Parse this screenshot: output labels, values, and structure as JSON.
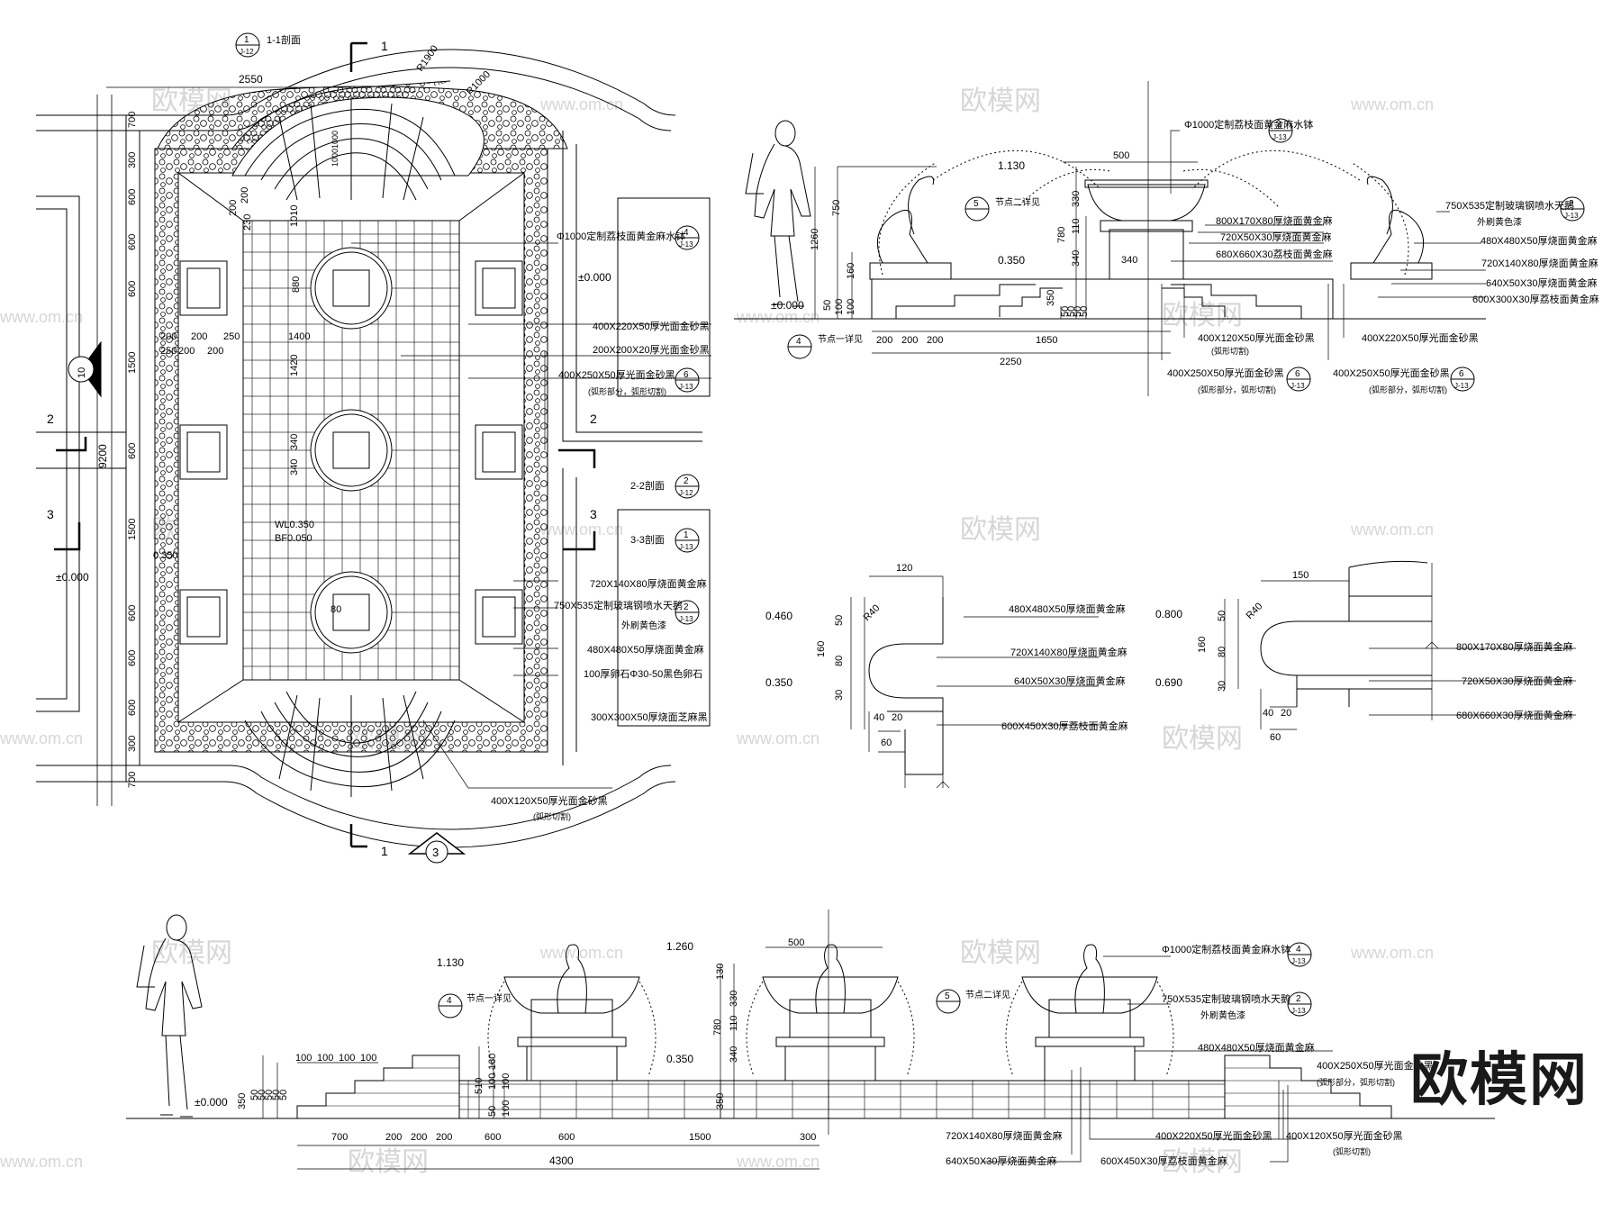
{
  "watermark": {
    "text_url": "www.om.cn",
    "text_cn": "欧模网",
    "color": "#d6d6d6"
  },
  "logo": "欧模网",
  "plan": {
    "top_dims": [
      "2550",
      "R1900",
      "R1000"
    ],
    "left_dims": [
      "700",
      "300",
      "600",
      "600",
      "600",
      "1500",
      "600",
      "1500",
      "600",
      "600",
      "600",
      "300",
      "700"
    ],
    "overall_height": "9200",
    "inner_dims": [
      "1010",
      "200",
      "200",
      "230",
      "880",
      "1400",
      "1420",
      "340",
      "340",
      "200",
      "200",
      "250",
      "200",
      "200",
      "80",
      "250",
      "10001000"
    ],
    "section_marks": [
      "1",
      "2",
      "3"
    ],
    "section_1_label": "1-1剖面",
    "section_2_label": "2-2剖面",
    "section_3_label": "3-3剖面",
    "section_ref_1": {
      "num": "1",
      "sheet": "J-12"
    },
    "section_ref_2": {
      "num": "2",
      "sheet": "J-12"
    },
    "section_ref_3": {
      "num": "1",
      "sheet": "J-13"
    },
    "levels": [
      "±0.000",
      "±0.000",
      "WL0.350",
      "BF0.050",
      "0.350"
    ],
    "callouts": [
      "Φ1000定制荔枝面黄金麻水钵",
      "400X220X50厚光面金砂黑",
      "200X200X20厚光面金砂黑",
      "400X250X50厚光面金砂黑",
      "(弧形部分，弧形切割)",
      "720X140X80厚烧面黄金麻",
      "750X535定制玻璃钢喷水天鹅",
      "外刷黄色漆",
      "480X480X50厚烧面黄金麻",
      "100厚卵石Φ30-50黑色卵石",
      "300X300X50厚烧面芝麻黑",
      "400X120X50厚光面金砂黑",
      "(弧形切割)"
    ],
    "callout_refs": [
      "4",
      "J-13",
      "6",
      "J-13",
      "2",
      "J-13"
    ],
    "north_mark": "3",
    "side_mark": "10"
  },
  "section_a": {
    "levels": [
      "1.130",
      "0.350",
      "±0.000"
    ],
    "dims_v": [
      "1260",
      "750",
      "160",
      "100",
      "100",
      "50",
      "330",
      "780",
      "110",
      "340",
      "350",
      "50",
      "50",
      "50",
      "50"
    ],
    "dims_h": [
      "500",
      "340",
      "200",
      "200",
      "200",
      "1650",
      "2250"
    ],
    "node_labels": [
      "节点二详见",
      "节点一详见"
    ],
    "node_nums": [
      "5",
      "4"
    ],
    "callouts": [
      "Φ1000定制荔枝面黄金麻水钵",
      "750X535定制玻璃钢喷水天鹅",
      "外刷黄色漆",
      "800X170X80厚烧面黄金麻",
      "720X50X30厚烧面黄金麻",
      "680X660X30荔枝面黄金麻",
      "480X480X50厚烧面黄金麻",
      "720X140X80厚烧面黄金麻",
      "640X50X30厚烧面黄金麻",
      "600X300X30厚荔枝面黄金麻",
      "400X120X50厚光面金砂黑",
      "(弧形切割)",
      "400X220X50厚光面金砂黑",
      "400X250X50厚光面金砂黑",
      "(弧形部分，弧形切割)",
      "400X250X50厚光面金砂黑",
      "(弧形部分，弧形切割)"
    ],
    "refs": [
      "4",
      "J-13",
      "2",
      "J-13",
      "6",
      "J-13",
      "6",
      "J-13"
    ]
  },
  "detail_1": {
    "dims": [
      "120",
      "R40",
      "50",
      "160",
      "80",
      "30",
      "40",
      "20",
      "60"
    ],
    "levels": [
      "0.460",
      "0.350"
    ],
    "callouts": [
      "480X480X50厚烧面黄金麻",
      "720X140X80厚烧面黄金麻",
      "640X50X30厚烧面黄金麻",
      "600X450X30厚荔枝面黄金麻"
    ]
  },
  "detail_2": {
    "dims": [
      "150",
      "R40",
      "50",
      "160",
      "80",
      "30",
      "40",
      "20",
      "60"
    ],
    "levels": [
      "0.800",
      "0.690"
    ],
    "callouts": [
      "800X170X80厚烧面黄金麻",
      "720X50X30厚烧面黄金麻",
      "680X660X30厚烧面黄金麻"
    ]
  },
  "section_b": {
    "levels": [
      "1.130",
      "1.260",
      "0.350",
      "±0.000"
    ],
    "dims_top": [
      "500"
    ],
    "dims_v": [
      "130",
      "330",
      "780",
      "110",
      "340",
      "350",
      "160",
      "510",
      "100",
      "100",
      "50",
      "100",
      "350",
      "50",
      "50",
      "50",
      "50",
      "50"
    ],
    "dims_steps": [
      "100",
      "100",
      "100",
      "100"
    ],
    "dims_h": [
      "700",
      "200",
      "200",
      "200",
      "600",
      "600",
      "1500",
      "300"
    ],
    "overall": "4300",
    "node_labels": [
      "节点一详见",
      "节点二详见"
    ],
    "node_nums": [
      "4",
      "5"
    ],
    "callouts": [
      "Φ1000定制荔枝面黄金麻水钵",
      "750X535定制玻璃钢喷水天鹅",
      "外刷黄色漆",
      "480X480X50厚烧面黄金麻",
      "400X250X50厚光面金砂黑",
      "(弧形部分，弧形切割)",
      "720X140X80厚烧面黄金麻",
      "640X50X30厚烧面黄金麻",
      "400X220X50厚光面金砂黑",
      "600X450X30厚荔枝面黄金麻",
      "400X120X50厚光面金砂黑",
      "(弧形切割)"
    ],
    "refs": [
      "4",
      "J-13",
      "2",
      "J-13"
    ]
  }
}
